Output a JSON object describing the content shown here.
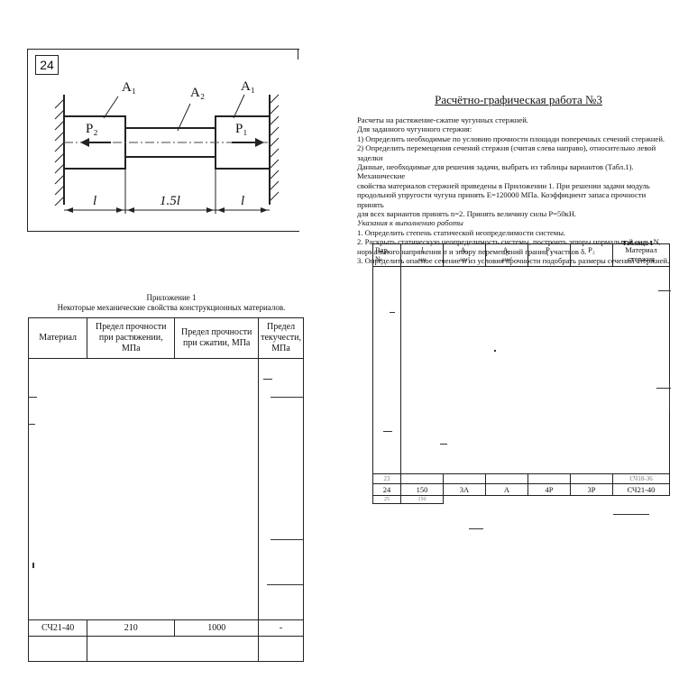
{
  "scheme": {
    "variant": "24",
    "labels": {
      "a1_left": "A₁",
      "a2": "A₂",
      "a1_right": "A₁",
      "p2": "P₂",
      "p1": "P₁"
    },
    "dims": [
      "l",
      "1.5l",
      "l"
    ]
  },
  "task": {
    "title": "Расчётно-графическая работа №3",
    "lines": [
      "Расчеты на растяжение-сжатие чугунных стержней.",
      "Для заданного чугунного стержня:",
      "1) Определить необходимые по условию прочности площади поперечных сечений стержней.",
      "2) Определить перемещения сечений стержня (считая слева направо), относительно левой заделки",
      "Данные, необходимые для решения задачи, выбрать из таблицы вариантов (Табл.1). Механические",
      "свойства материалов стержней приведены в Приложении 1. При решении задачи модуль",
      "продольной упругости чугуна принять E=120000 МПа. Коэффициент запаса прочности принять",
      "для всех вариантов принять n=2. Принять величину силы P=50кН."
    ],
    "guide_heading": "Указания к выполнению работы",
    "guide_lines": [
      "1.  Определить степень статической неопределимости системы.",
      "2.  Раскрыть статическую неопределимость системы, построить эпюры нормальной силы N,",
      "нормального напряжения σ и эпюру перемещений границ участков δ.",
      "3.  Определить опасное сечение и из условия прочности подобрать размеры сечений стержней."
    ],
    "table_caption": "Таблица 1",
    "table": {
      "headers": {
        "var": "Вар. №",
        "l": "l",
        "l_unit": "мм",
        "a1": "A₁",
        "a1_unit": "мм²",
        "a2": "A₂",
        "a2_unit": "мм²",
        "p1": "P₁",
        "p2": "P₂",
        "material": "Материал стержня"
      },
      "row_prev": [
        "23",
        "",
        "",
        "",
        "",
        "",
        "СЧ18-36"
      ],
      "row_24": [
        "24",
        "150",
        "3A",
        "A",
        "4P",
        "3P",
        "СЧ21-40"
      ],
      "row_next": [
        "25",
        "150",
        "",
        "",
        "",
        "",
        ""
      ]
    }
  },
  "appendix": {
    "title_line1": "Приложение 1",
    "title_line2": "Некоторые механические свойства конструкционных материалов.",
    "headers": [
      "Материал",
      "Предел прочности при растяжении, МПа",
      "Предел прочности при сжатии, МПа",
      "Предел текучести, МПа"
    ],
    "row": [
      "СЧ21-40",
      "210",
      "1000",
      "-"
    ]
  }
}
